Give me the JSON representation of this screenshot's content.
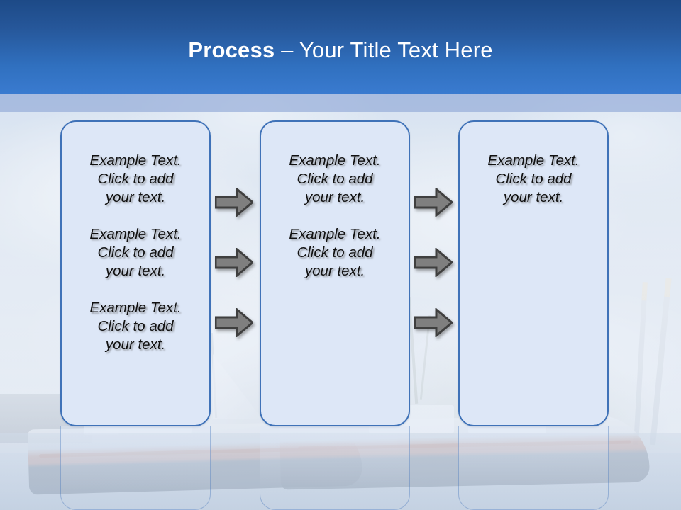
{
  "slide": {
    "title": {
      "strong": "Process",
      "rest": " – Your Title Text Here"
    },
    "accent_colors": {
      "header_top": "#1d4a87",
      "header_bottom": "#3a7bd0",
      "header_subband": "#96add8",
      "box_fill": "#dde7f7",
      "box_border": "#3f72b8",
      "arrow_fill": "#7f7f7f",
      "arrow_outline": "#3f3f3f",
      "text": "#111111"
    },
    "columns": [
      {
        "name": "column-1",
        "paragraphs": [
          "Example Text.\nClick  to add\nyour text.",
          "Example Text.\nClick  to add\nyour text.",
          "Example Text.\nClick  to add\nyour text."
        ]
      },
      {
        "name": "column-2",
        "paragraphs": [
          "Example Text.\nClick  to add\nyour text.",
          "Example Text.\nClick  to add\nyour text."
        ]
      },
      {
        "name": "column-3",
        "paragraphs": [
          "Example Text.\nClick  to add\nyour text."
        ]
      }
    ],
    "arrow_groups": [
      {
        "name": "arrows-gap-1",
        "count": 3,
        "direction": "right"
      },
      {
        "name": "arrows-gap-2",
        "count": 3,
        "direction": "right"
      }
    ],
    "background": {
      "description": "harbour photo with fishing boats",
      "icon": "photo-backdrop"
    }
  }
}
